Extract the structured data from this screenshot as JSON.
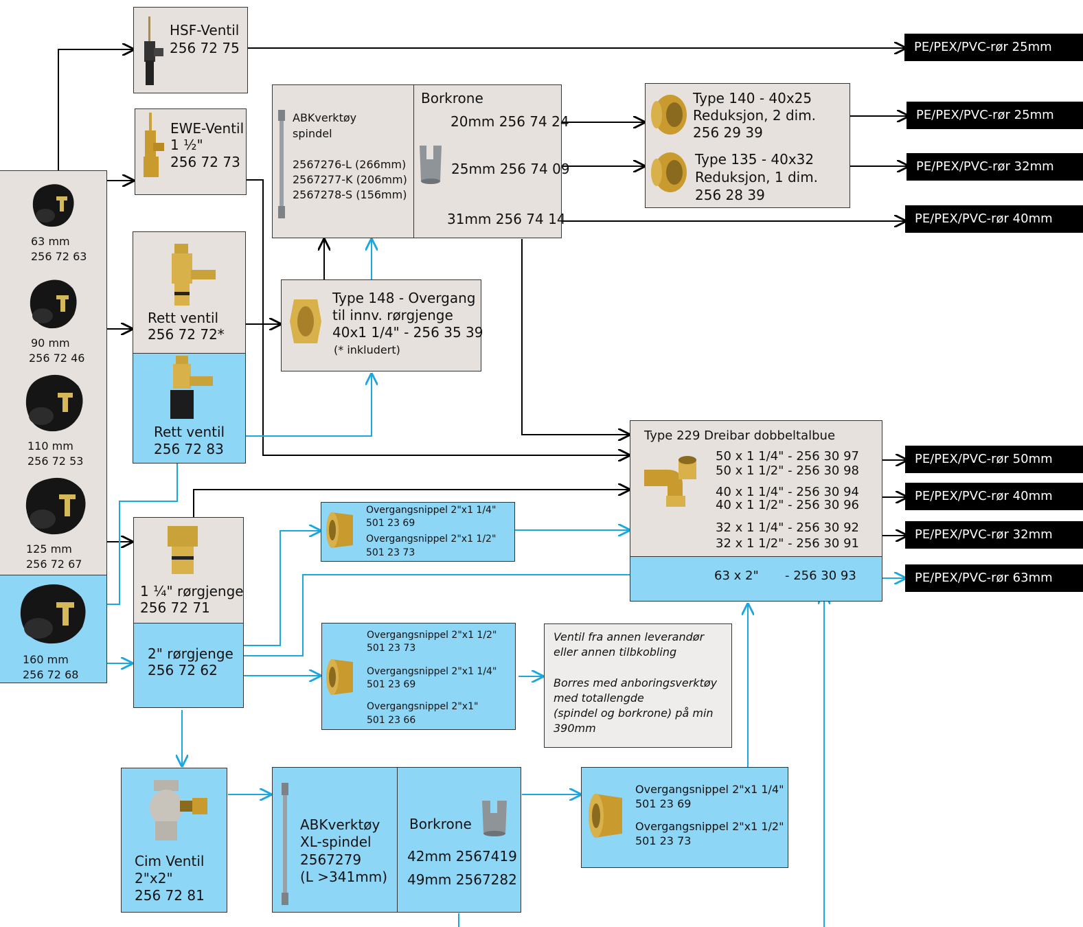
{
  "colors": {
    "grey_box": "#e6e1dd",
    "blue_box": "#8ed6f6",
    "black_line": "#000000",
    "blue_line": "#1aa7e0"
  },
  "clamps": [
    {
      "size": "63 mm",
      "code": "256 72 63"
    },
    {
      "size": "90 mm",
      "code": "256 72 46"
    },
    {
      "size": "110 mm",
      "code": "256 72 53"
    },
    {
      "size": "125 mm",
      "code": "256 72 67"
    },
    {
      "size": "160 mm",
      "code": "256 72 68"
    }
  ],
  "hsf": {
    "name": "HSF-Ventil",
    "code": "256 72 75"
  },
  "ewe": {
    "name": "EWE-Ventil",
    "size": "1 ½\"",
    "code": "256 72 73"
  },
  "rett1": {
    "name": "Rett ventil",
    "code": "256 72 72*"
  },
  "rett2": {
    "name": "Rett ventil",
    "code": "256 72 83"
  },
  "rorgjenge114": {
    "name": "1 ¼\" rørgjenge",
    "code": "256 72 71"
  },
  "rorgjenge2": {
    "name": "2\" rørgjenge",
    "code": "256 72 62"
  },
  "abk": {
    "title": "ABKverktøy",
    "subtitle": "spindel",
    "codes": [
      "2567276-L (266mm)",
      "2567277-K (206mm)",
      "2567278-S (156mm)"
    ]
  },
  "borkrone": {
    "title": "Borkrone",
    "items": [
      "20mm 256 74 24",
      "25mm 256 74 09",
      "31mm 256 74 14"
    ]
  },
  "type148": {
    "lines": [
      "Type 148 - Overgang",
      "til innv. rørgjenge",
      "40x1 1/4\" - 256 35 39"
    ],
    "note": "(* inkludert)"
  },
  "type140": {
    "lines": [
      "Type 140 - 40x25",
      "Reduksjon, 2 dim.",
      "256 29 39"
    ]
  },
  "type135": {
    "lines": [
      "Type 135 - 40x32",
      "Reduksjon, 1 dim.",
      "256 28 39"
    ]
  },
  "type229": {
    "title": "Type 229 Dreibar dobbeltalbue",
    "rows": [
      "50 x 1 1/4\" - 256 30 97",
      "50 x 1 1/2\" - 256 30 98",
      "40 x 1 1/4\" - 256 30 94",
      "40 x 1 1/2\" - 256 30 96",
      "32 x 1 1/4\" - 256 30 92",
      "32 x 1 1/2\" - 256 30 91"
    ],
    "row63a": "63 x 2\"",
    "row63b": "- 256 30 93"
  },
  "nip1": {
    "lines": [
      "Overgangsnippel 2\"x1 1/4\"",
      "501 23 69",
      "Overgangsnippel 2\"x1 1/2\"",
      "501 23 73"
    ]
  },
  "nip2": {
    "lines": [
      "Overgangsnippel 2\"x1 1/2\"",
      "501 23 73",
      "Overgangsnippel 2\"x1 1/4\"",
      "501 23 69",
      "Overgangsnippel  2\"x1\"",
      "501 23 66"
    ]
  },
  "nip3": {
    "lines": [
      "Overgangsnippel 2\"x1 1/4\"",
      "501 23 69",
      "Overgangsnippel 2\"x1 1/2\"",
      "501 23 73"
    ]
  },
  "note": {
    "lines": [
      "Ventil fra annen leverandør",
      "eller annen tilbkobling",
      "Borres med anboringsverktøy",
      "med totallengde",
      "(spindel og borkrone) på min",
      "390mm"
    ]
  },
  "cim": {
    "name": "Cim Ventil",
    "size": "2\"x2\"",
    "code": "256 72 81"
  },
  "abkxl": {
    "lines": [
      "ABKverktøy",
      "XL-spindel",
      "2567279",
      "(L >341mm)"
    ]
  },
  "borkronexl": {
    "title": "Borkrone",
    "items": [
      "42mm 2567419",
      "49mm 2567282"
    ]
  },
  "outputs": [
    "PE/PEX/PVC-rør 25mm",
    "PE/PEX/PVC-rør 25mm",
    "PE/PEX/PVC-rør 32mm",
    "PE/PEX/PVC-rør 40mm",
    "PE/PEX/PVC-rør 50mm",
    "PE/PEX/PVC-rør 40mm",
    "PE/PEX/PVC-rør 32mm",
    "PE/PEX/PVC-rør 63mm"
  ]
}
